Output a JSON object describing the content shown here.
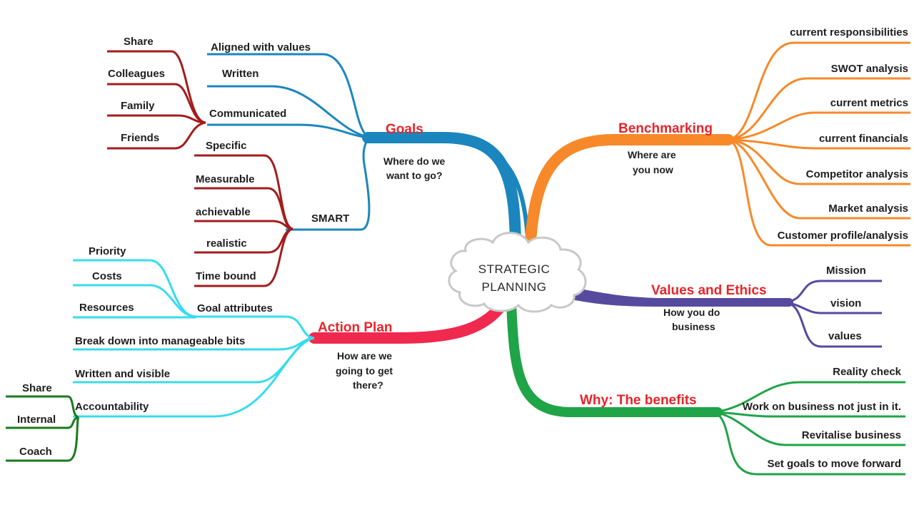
{
  "center": {
    "line1": "STRATEGIC",
    "line2": "PLANNING"
  },
  "colors": {
    "goals": "#1a86bd",
    "benchmarking": "#f7892a",
    "values": "#564a9e",
    "benefits": "#1fa448",
    "action": "#f0294f",
    "cyan": "#36dcee",
    "red": "#a31c1c",
    "green": "#1a7a1e",
    "title": "#e8242a"
  },
  "goals": {
    "title": "Goals",
    "desc1": "Where do we",
    "desc2": "want to go?",
    "items": [
      "Aligned with values",
      "Written",
      "Communicated"
    ],
    "communicated_sub": [
      "Share",
      "Colleagues",
      "Family",
      "Friends"
    ],
    "smart": {
      "label": "SMART",
      "items": [
        "Specific",
        "Measurable",
        "achievable",
        "realistic",
        "Time bound"
      ]
    }
  },
  "benchmarking": {
    "title": "Benchmarking",
    "desc1": "Where are",
    "desc2": "you now",
    "items": [
      "current responsibilities",
      "SWOT analysis",
      "current metrics",
      "current financials",
      "Competitor analysis",
      "Market analysis",
      "Customer profile/analysis"
    ]
  },
  "values": {
    "title": "Values and Ethics",
    "desc1": "How you do",
    "desc2": "business",
    "items": [
      "Mission",
      "vision",
      "values"
    ]
  },
  "benefits": {
    "title": "Why: The benefits",
    "items": [
      "Reality check",
      "Work on business not just in it.",
      "Revitalise business",
      "Set goals to move forward"
    ]
  },
  "action": {
    "title": "Action Plan",
    "desc1": "How are we",
    "desc2": "going to get",
    "desc3": "there?",
    "items": [
      "Goal attributes",
      "Break down into manageable bits",
      "Written and visible",
      "Accountability"
    ],
    "goal_attr_sub": [
      "Priority",
      "Costs",
      "Resources"
    ],
    "accountability_sub": [
      "Share",
      "Internal",
      "Coach"
    ]
  }
}
